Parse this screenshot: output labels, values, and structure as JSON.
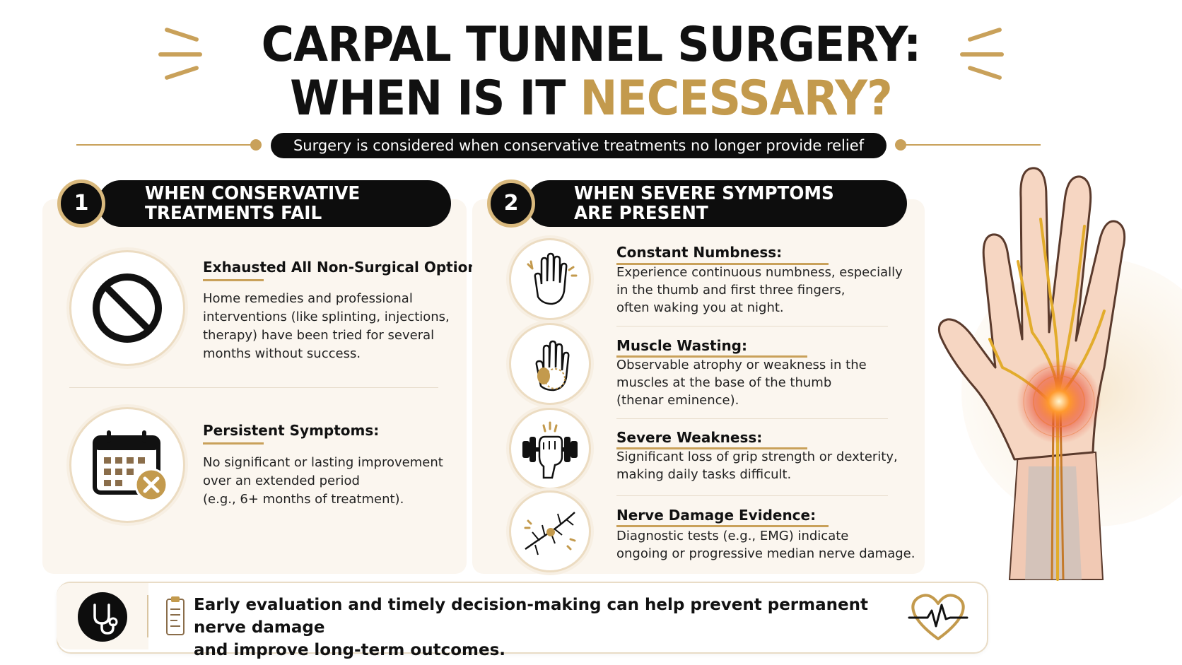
{
  "header": {
    "title_line1": "CARPAL TUNNEL SURGERY:",
    "title_line2_prefix": "WHEN IS IT ",
    "title_line2_accent": "NECESSARY?",
    "subtitle": "Surgery is considered when conservative treatments no longer provide relief"
  },
  "colors": {
    "accent_gold": "#c39a4d",
    "dark": "#0d0d0d",
    "panel_bg": "#fbf6ef"
  },
  "section1": {
    "number": "1",
    "title": "WHEN CONSERVATIVE\nTREATMENTS FAIL",
    "items": [
      {
        "icon": "prohibited-icon",
        "title": "Exhausted All Non-Surgical Options:",
        "description": "Home remedies and professional\ninterventions (like splinting, injections,\ntherapy) have been tried for several\nmonths without success."
      },
      {
        "icon": "calendar-x-icon",
        "title": "Persistent Symptoms:",
        "description": "No significant or lasting improvement\nover an extended period\n(e.g., 6+ months of treatment)."
      }
    ]
  },
  "section2": {
    "number": "2",
    "title": "WHEN SEVERE SYMPTOMS\nARE PRESENT",
    "items": [
      {
        "icon": "numb-hand-icon",
        "title": "Constant Numbness:",
        "description": "Experience continuous numbness, especially\nin the thumb and first three fingers,\noften waking you at night."
      },
      {
        "icon": "thumb-muscle-icon",
        "title": "Muscle Wasting:",
        "description": "Observable atrophy or weakness in the\nmuscles at the base of the thumb\n(thenar eminence)."
      },
      {
        "icon": "dumbbell-fist-icon",
        "title": "Severe Weakness:",
        "description": "Significant loss of grip strength or dexterity,\nmaking daily tasks difficult."
      },
      {
        "icon": "damaged-nerve-icon",
        "title": "Nerve Damage Evidence:",
        "description": "Diagnostic tests (e.g., EMG) indicate\nongoing or progressive median nerve damage."
      }
    ]
  },
  "footer": {
    "text": "Early evaluation and timely decision-making can help prevent permanent nerve damage\nand improve long-term outcomes.",
    "left_icon": "stethoscope-icon",
    "clipboard_icon": "clipboard-icon",
    "right_icon": "heartbeat-icon"
  },
  "illustration": {
    "name": "hand-nerve-illustration"
  }
}
